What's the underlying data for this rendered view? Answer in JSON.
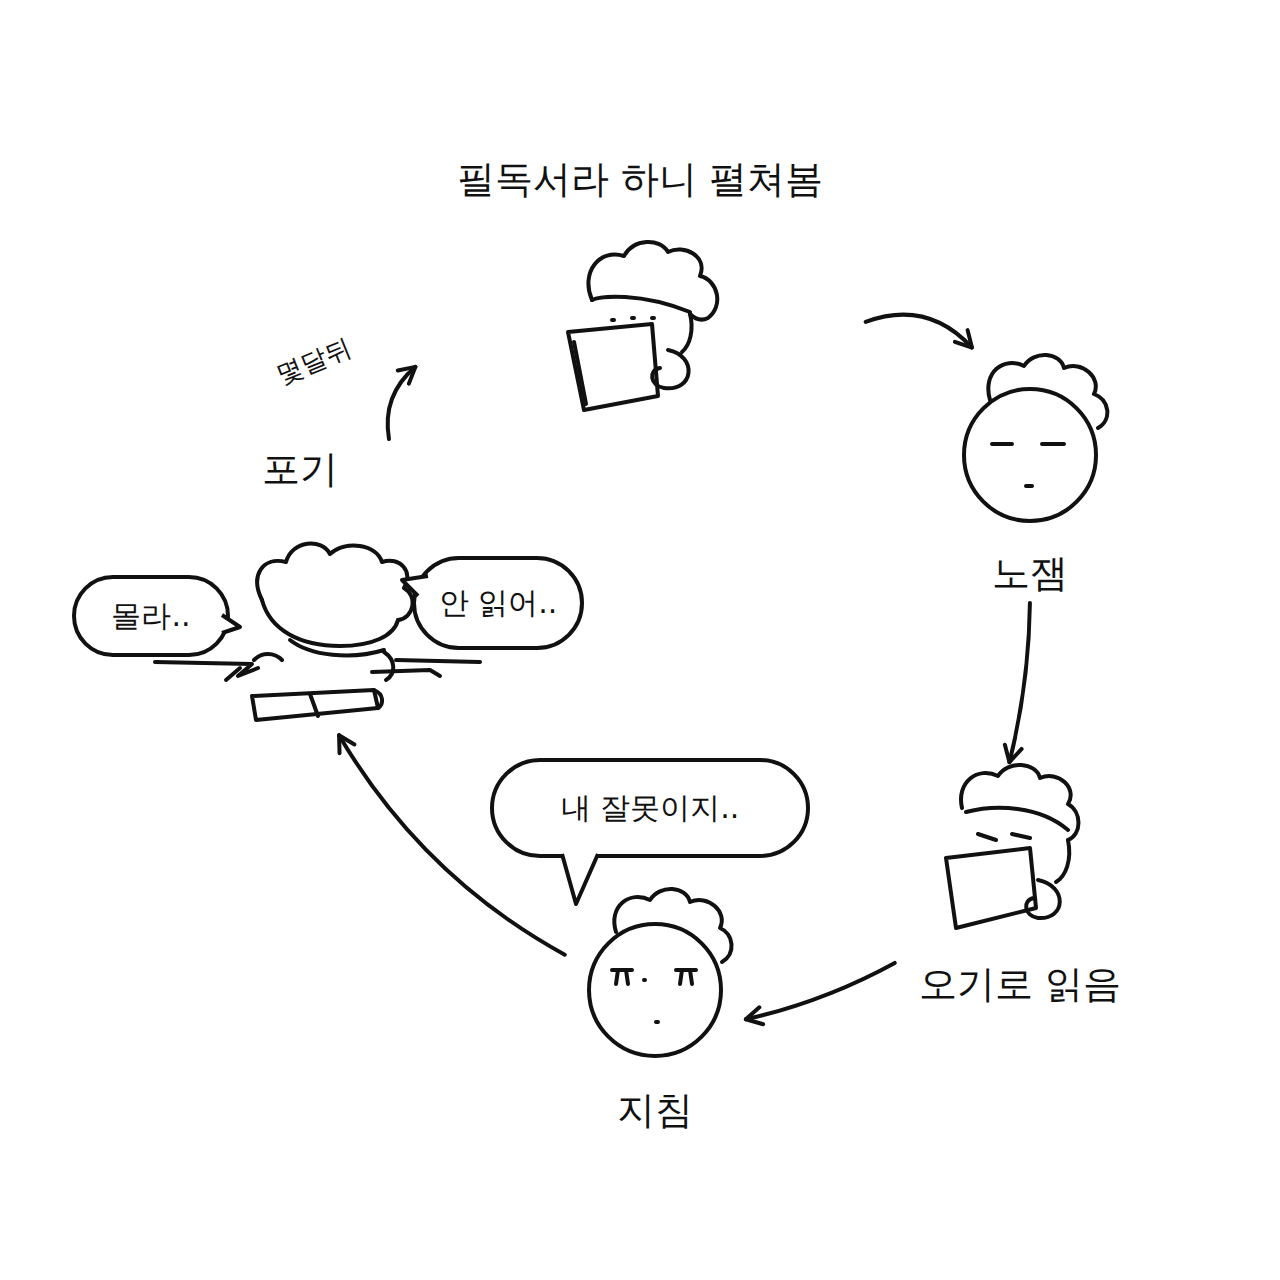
{
  "diagram": {
    "nodes": [
      {
        "text": [
          "필독서라 하니 펼쳐봄"
        ]
      },
      {
        "text": [
          "노잼"
        ]
      },
      {
        "text": [
          "오기로 읽음"
        ]
      },
      {
        "text": [
          "지침"
        ]
      },
      {
        "text": [
          "내 잘못이지.."
        ]
      },
      {
        "text": [
          "포기"
        ]
      },
      {
        "text": [
          "몰라.."
        ]
      },
      {
        "text": [
          "안 읽어.."
        ]
      }
    ],
    "edges": [
      {
        "from": 0,
        "to": 1,
        "arrow": "to"
      },
      {
        "from": 1,
        "to": 2,
        "arrow": "to"
      },
      {
        "from": 2,
        "to": 3,
        "arrow": "to"
      },
      {
        "from": 3,
        "to": 5,
        "arrow": "to"
      },
      {
        "from": 5,
        "to": 0,
        "label": "몇달뒤",
        "arrow": "to"
      }
    ]
  }
}
